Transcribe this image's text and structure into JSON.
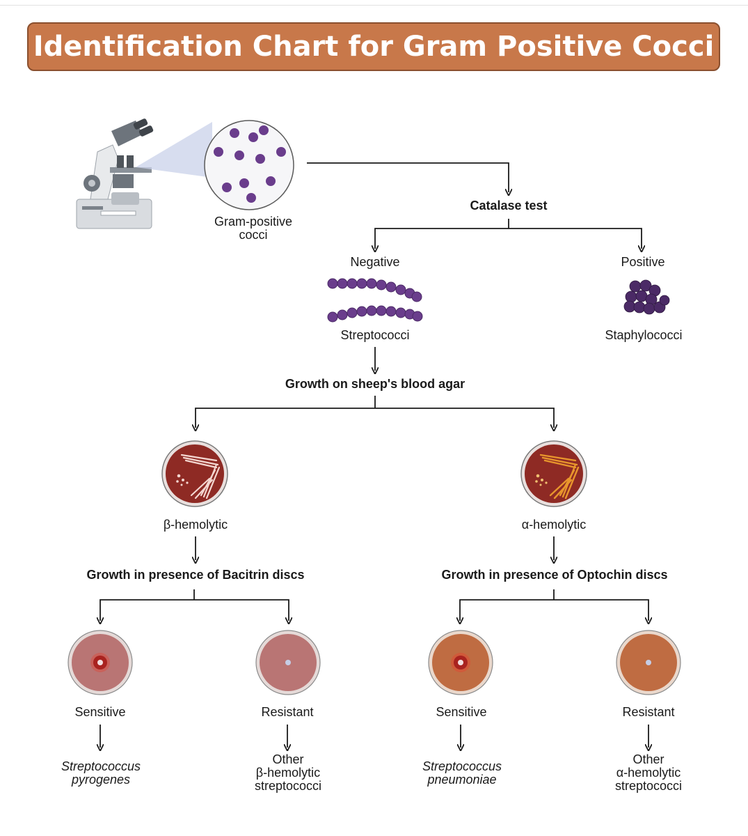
{
  "title": "Identification Chart for Gram Positive Cocci",
  "start_label": "Gram-positive\ncocci",
  "catalase": {
    "test": "Catalase test",
    "negative": "Negative",
    "positive": "Positive",
    "negative_organism": "Streptococci",
    "positive_organism": "Staphylococci"
  },
  "blood_agar": {
    "test": "Growth on sheep's blood agar",
    "beta": "β-hemolytic",
    "alpha": "α-hemolytic"
  },
  "bacitracin": {
    "test": "Growth in presence of Bacitrin discs",
    "sensitive": "Sensitive",
    "resistant": "Resistant",
    "sensitive_result": "Streptococcus\npyrogenes",
    "resistant_result": "Other\nβ-hemolytic\nstreptococci"
  },
  "optochin": {
    "test": "Growth in presence of Optochin discs",
    "sensitive": "Sensitive",
    "resistant": "Resistant",
    "sensitive_result": "Streptococcus\npneumoniae",
    "resistant_result": "Other\nα-hemolytic\nstreptococci"
  },
  "colors": {
    "banner": "#c8784a",
    "cocci": "#6a3d8c",
    "blood_agar": "#8e2a24",
    "beta_streak": "#f3d6d0",
    "alpha_streak": "#e8962c",
    "bacitracin_plate": "#b97574",
    "optochin_plate": "#bf6c42"
  },
  "icons": [
    "microscope-icon",
    "magnified-cocci-icon",
    "streptococci-chain-icon",
    "staphylococci-cluster-icon",
    "blood-agar-plate-icon",
    "disc-plate-icon"
  ]
}
